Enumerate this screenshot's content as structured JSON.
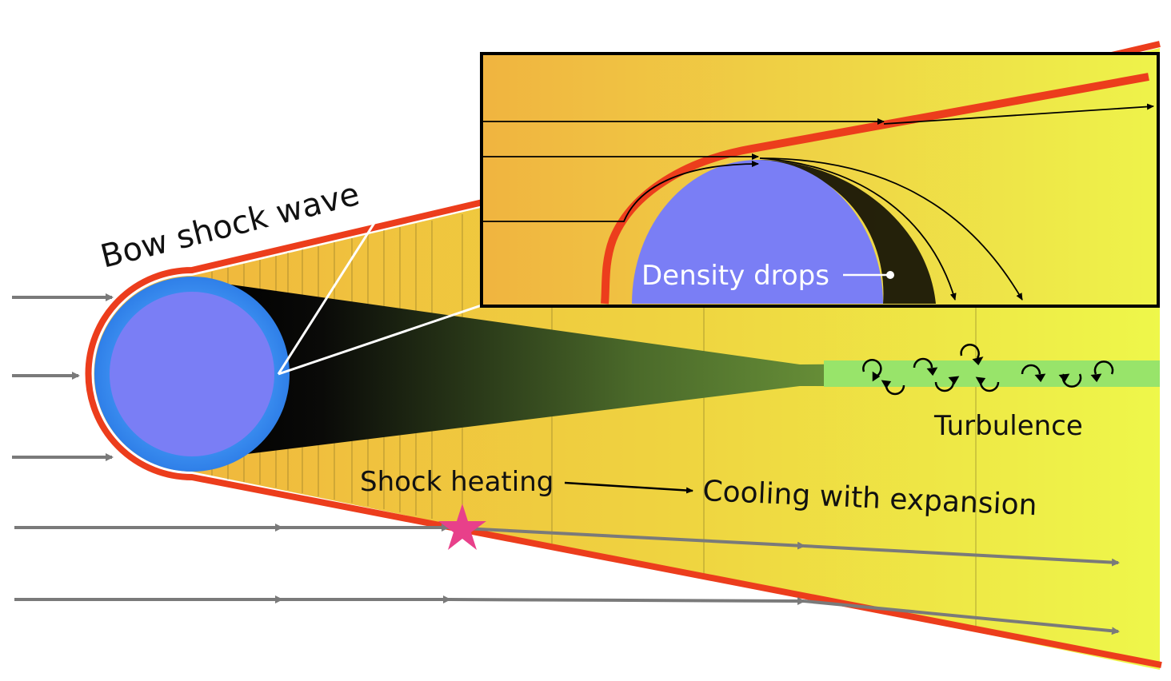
{
  "labels": {
    "bow_shock": "Bow shock wave",
    "density_drops": "Density drops",
    "turbulence": "Turbulence",
    "shock_heating": "Shock heating",
    "cooling": "Cooling with expansion"
  },
  "colors": {
    "object": "#7a7ef5",
    "object_rim": "#3b8ef0",
    "shock_front": "#ec3d1c",
    "hot_gas": "#f0b840",
    "cool_gas": "#eef54a",
    "wake": "#8fc24a",
    "turbulent_wake": "#98e46a",
    "flow_arrow": "#7a7a7a",
    "star_marker": "#e8408a",
    "inset_frame": "#000000"
  },
  "icons": {
    "star": "star-icon",
    "eddy": "eddy-icon"
  }
}
